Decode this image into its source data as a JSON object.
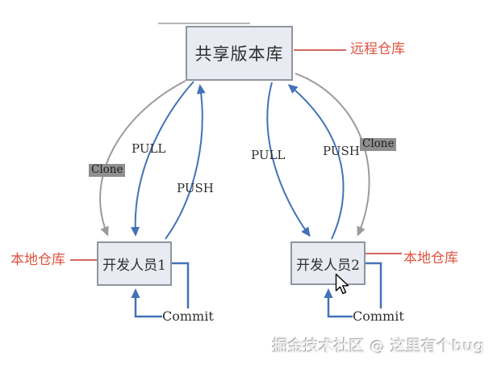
{
  "boxes": {
    "shared": {
      "label": "共享版本库"
    },
    "dev1": {
      "label": "开发人员1"
    },
    "dev2": {
      "label": "开发人员2"
    }
  },
  "annotations": {
    "remote": "远程仓库",
    "local_left": "本地仓库",
    "local_right": "本地仓库"
  },
  "arrows": {
    "pull_left": "PULL",
    "push_left": "PUSH",
    "clone_left": "Clone",
    "pull_right": "PULL",
    "push_right": "PUSH",
    "clone_right": "Clone",
    "commit_left": "Commit",
    "commit_right": "Commit"
  },
  "watermark": "掘金技术社区 @ 这里有个bug",
  "colors": {
    "arrow_blue": "#4272b8",
    "arrow_gray": "#9b9b9b",
    "box_fill": "#e9ebf2",
    "box_border": "#8f959e",
    "red_line": "#c0392b",
    "red_text": "#e0513f",
    "label_bg": "#8f8f8f",
    "text_dark": "#2f2f2f"
  }
}
